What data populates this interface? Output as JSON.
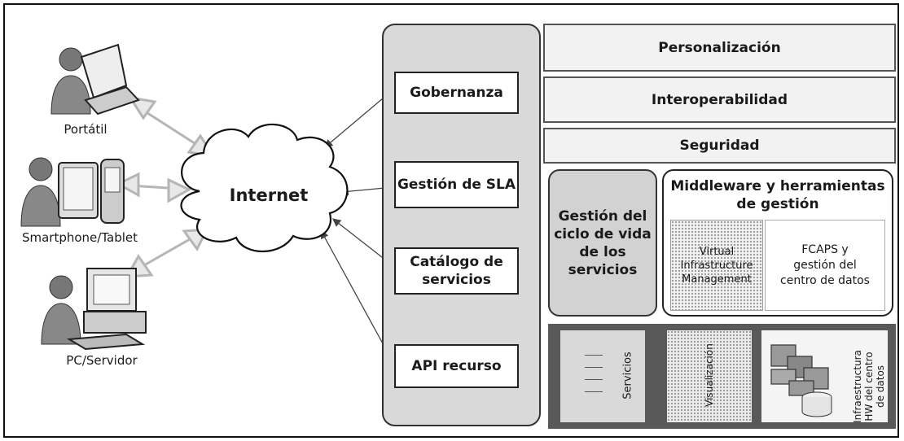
{
  "devices": {
    "laptop": "Portátil",
    "smartphone": "Smartphone/Tablet",
    "pc": "PC/Servidor"
  },
  "internet": "Internet",
  "interfaces": {
    "governance": "Gobernanza",
    "sla": "Gestión de SLA",
    "catalog_1": "Catálogo de",
    "catalog_2": "servicios",
    "api": "API recurso"
  },
  "layers": {
    "personalization": "Personalización",
    "interoperability": "Interoperabilidad",
    "security": "Seguridad"
  },
  "lifecycle": {
    "line1": "Gestión del",
    "line2": "ciclo de vida",
    "line3": "de los",
    "line4": "servicios"
  },
  "middleware": {
    "title1": "Middleware y herramientas",
    "title2": "de gestión",
    "vim1": "Virtual",
    "vim2": "Infrastructure",
    "vim3": "Management",
    "fcaps1": "FCAPS y",
    "fcaps2": "gestión del",
    "fcaps3": "centro de datos"
  },
  "bottom": {
    "services": "Servicios",
    "virtualization": "Visualización",
    "infra1": "Infraestructura",
    "infra2": "HW del centro",
    "infra3": "de datos"
  },
  "colors": {
    "panel": "#d9d9d9",
    "bottom_band": "#595959",
    "arrow": "#555555"
  }
}
